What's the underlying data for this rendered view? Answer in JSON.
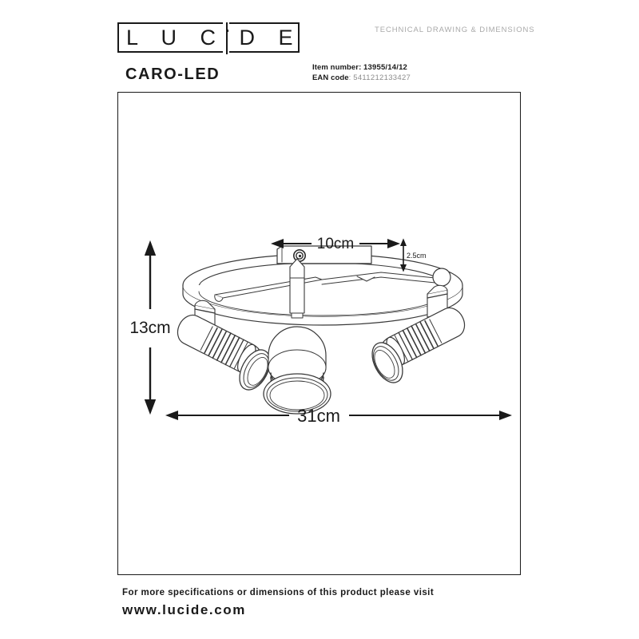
{
  "header": {
    "brand": "LUCIDE",
    "brand_letters": "L U C  D E",
    "tech_label": "TECHNICAL DRAWING & DIMENSIONS",
    "product_name": "CARO-LED",
    "item_number_key": "Item number:",
    "item_number_value": "13955/14/12",
    "ean_key": "EAN code",
    "ean_separator": ":",
    "ean_value": "5411212133427"
  },
  "drawing": {
    "title": "CARO-LED ceiling spotlight technical drawing",
    "dimensions": {
      "width_label": "31cm",
      "height_label": "13cm",
      "plate_width_label": "10cm",
      "plate_height_label": "2.5cm"
    },
    "parts": {
      "ring": "circular-mounting-ring",
      "plate": "rectangular-ceiling-plate",
      "spot_left": "spotlight-left",
      "spot_center": "spotlight-center",
      "spot_right": "spotlight-right",
      "screw": "fixing-screw",
      "ball_joint": "ball-joint"
    },
    "line_color": "#3a3a3a",
    "fill_color": "#ffffff",
    "dimension_color": "#1a1a1a"
  },
  "footer": {
    "line1": "For more specifications or dimensions of this product please visit",
    "line2": "www.lucide.com"
  }
}
